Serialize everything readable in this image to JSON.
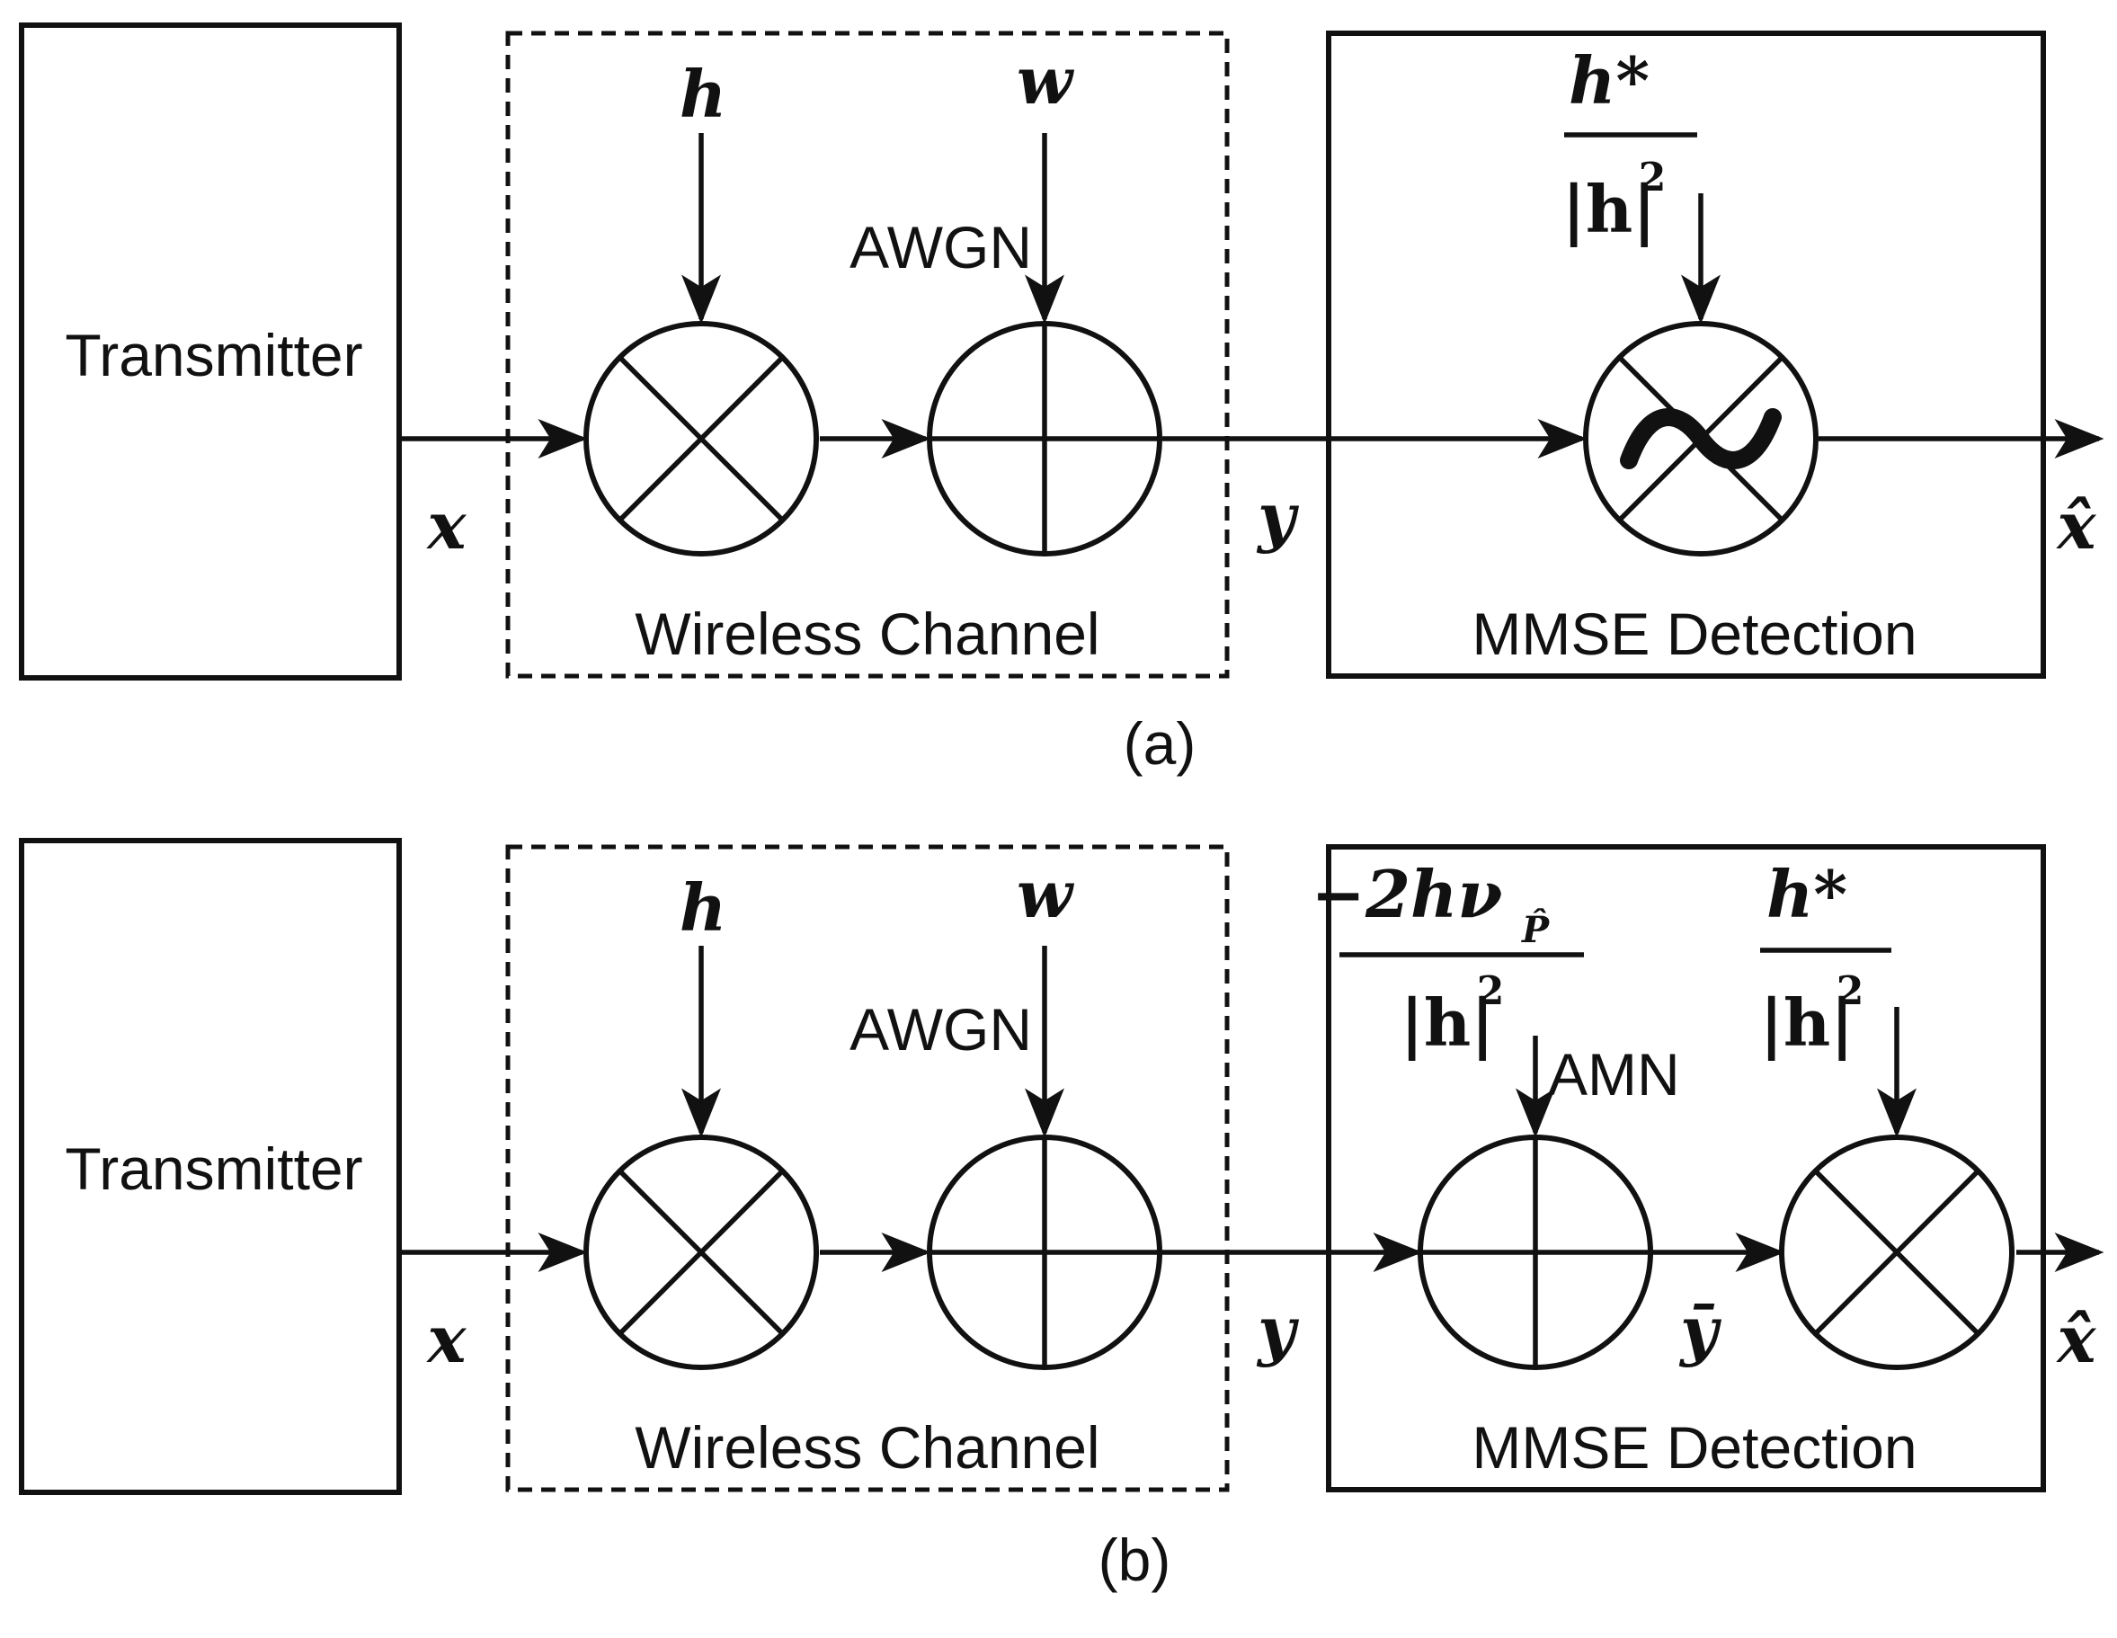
{
  "diagram_a": {
    "transmitter": "Transmitter",
    "channel": "Wireless Channel",
    "detector": "MMSE Detection",
    "h": "h",
    "w": "w",
    "awgn": "AWGN",
    "x": "x",
    "y": "y",
    "xhat": "x̂",
    "coef_num": "h*",
    "coef_den": "|h|",
    "coef_exp": "2",
    "caption": "(a)"
  },
  "diagram_b": {
    "transmitter": "Transmitter",
    "channel": "Wireless Channel",
    "detector": "MMSE Detection",
    "h": "h",
    "w": "w",
    "awgn": "AWGN",
    "amn": "AMN",
    "x": "x",
    "y": "y",
    "ybar": "ȳ",
    "xhat": "x̂",
    "amn_num": "−2hν",
    "amn_sub": "P̂",
    "amn_den": "|h|",
    "amn_exp": "2",
    "coef_num": "h*",
    "coef_den": "|h|",
    "coef_exp": "2",
    "caption": "(b)"
  }
}
